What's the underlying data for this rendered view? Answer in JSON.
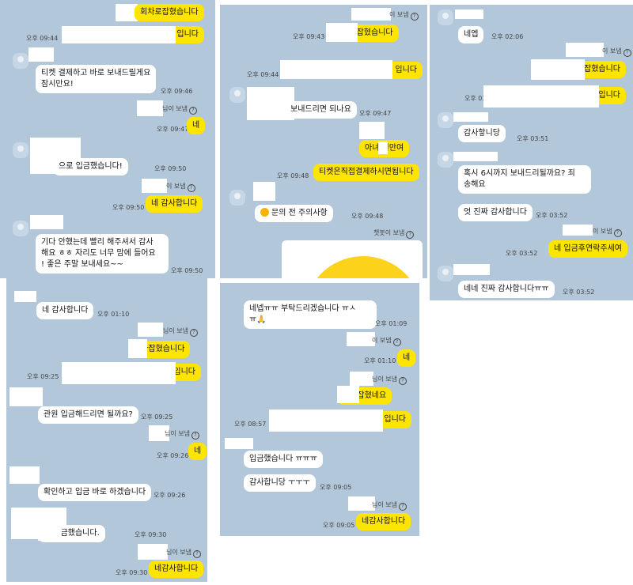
{
  "panels": [
    {
      "id": "p1",
      "messages": [
        {
          "kind": "yellow",
          "text": "회차로잡혔습니다"
        },
        {
          "kind": "time",
          "text": "오후 09:44"
        },
        {
          "kind": "yellow",
          "text": "입니다"
        },
        {
          "kind": "white",
          "text": "티켓 결제하고 바로 보내드릴게요\n잠시만요!"
        },
        {
          "kind": "time",
          "text": "오후 09:46"
        },
        {
          "kind": "sender",
          "text": "님이 보냄"
        },
        {
          "kind": "time",
          "text": "오후 09:47"
        },
        {
          "kind": "yellow",
          "text": "네"
        },
        {
          "kind": "white",
          "text": "으로 입금했습니다!"
        },
        {
          "kind": "time",
          "text": "오후 09:50"
        },
        {
          "kind": "sender",
          "text": "이 보냄"
        },
        {
          "kind": "time",
          "text": "오후 09:50"
        },
        {
          "kind": "yellow",
          "text": "네 감사합니다"
        },
        {
          "kind": "white",
          "text": "기다 안했는데 빨리 해주셔서 감사\n해요 ㅎㅎ 자리도 너무 맘에 들어요\n! 좋은 주말 보내세요~~"
        },
        {
          "kind": "time",
          "text": "오후 09:50"
        }
      ]
    },
    {
      "id": "p2",
      "messages": [
        {
          "kind": "sender",
          "text": "이 보냄"
        },
        {
          "kind": "time",
          "text": "오후 09:43"
        },
        {
          "kind": "yellow",
          "text": "석으로잡혔습니다"
        },
        {
          "kind": "time",
          "text": "오후 09:44"
        },
        {
          "kind": "yellow",
          "text": "입니다"
        },
        {
          "kind": "white",
          "text": "보내드리면 되나요"
        },
        {
          "kind": "time",
          "text": "오후 09:47"
        },
        {
          "kind": "yellow",
          "text": "아녀 원만여"
        },
        {
          "kind": "time",
          "text": "오후 09:48"
        },
        {
          "kind": "yellow",
          "text": "티켓은직접결제하시면됩니다"
        },
        {
          "kind": "white",
          "text": "문의 전 주의사항"
        },
        {
          "kind": "time",
          "text": "오후 09:48"
        },
        {
          "kind": "sender",
          "text": "챗봇이 보냄"
        }
      ]
    },
    {
      "id": "p3",
      "messages": [
        {
          "kind": "time",
          "text": "오후 02:06"
        },
        {
          "kind": "white",
          "text": "네엡"
        },
        {
          "kind": "sender",
          "text": "이 보냄"
        },
        {
          "kind": "yellow",
          "text": "잡혔습니다"
        },
        {
          "kind": "time",
          "text": "오후 03:51"
        },
        {
          "kind": "yellow",
          "text": "입니다"
        },
        {
          "kind": "white",
          "text": "감사핳니당"
        },
        {
          "kind": "time",
          "text": "오후 03:51"
        },
        {
          "kind": "white",
          "text": "혹시 6시까지 보내드리될까요? 죄\n송해요"
        },
        {
          "kind": "white",
          "text": "엇 진짜 감사합니다"
        },
        {
          "kind": "time",
          "text": "오후 03:52"
        },
        {
          "kind": "sender",
          "text": "이 보냄"
        },
        {
          "kind": "time",
          "text": "오후 03:52"
        },
        {
          "kind": "yellow",
          "text": "네 입금후연락주세여"
        },
        {
          "kind": "white",
          "text": "네네 진짜 감사합니다ㅠㅠ"
        },
        {
          "kind": "time",
          "text": "오후 03:52"
        }
      ]
    },
    {
      "id": "p4",
      "messages": [
        {
          "kind": "white",
          "text": "네 감사합니다"
        },
        {
          "kind": "time",
          "text": "오후 01:10"
        },
        {
          "kind": "sender",
          "text": "님이 보냄"
        },
        {
          "kind": "yellow",
          "text": "회차잡혔습니다"
        },
        {
          "kind": "time",
          "text": "오후 09:25"
        },
        {
          "kind": "yellow",
          "text": "입니다"
        },
        {
          "kind": "white",
          "text": "관원 입금해드리면 될까요?"
        },
        {
          "kind": "time",
          "text": "오후 09:25"
        },
        {
          "kind": "sender",
          "text": "님이 보냄"
        },
        {
          "kind": "time",
          "text": "오후 09:26"
        },
        {
          "kind": "yellow",
          "text": "네"
        },
        {
          "kind": "white",
          "text": "확인하고 입금 바로 하겠습니다"
        },
        {
          "kind": "time",
          "text": "오후 09:26"
        },
        {
          "kind": "white",
          "text": "로 입금했습니다."
        },
        {
          "kind": "time",
          "text": "오후 09:30"
        },
        {
          "kind": "sender",
          "text": "님이 보냄"
        },
        {
          "kind": "time",
          "text": "오후 09:30"
        },
        {
          "kind": "yellow",
          "text": "네감사합니다"
        }
      ]
    },
    {
      "id": "p5",
      "messages": [
        {
          "kind": "white",
          "text": "네넵ㅠㅠ 부탁드리겠습니다 ㅠㅅ\nㅠ🙏"
        },
        {
          "kind": "time",
          "text": "오후 01:09"
        },
        {
          "kind": "sender",
          "text": "이 보냄"
        },
        {
          "kind": "time",
          "text": "오후 01:10"
        },
        {
          "kind": "yellow",
          "text": "네"
        },
        {
          "kind": "sender",
          "text": "님이 보냄"
        },
        {
          "kind": "yellow",
          "text": "회차잡혔네요"
        },
        {
          "kind": "time",
          "text": "오후 08:57"
        },
        {
          "kind": "yellow",
          "text": "입니다"
        },
        {
          "kind": "white",
          "text": "입금했습니다 ㅠㅠㅠ"
        },
        {
          "kind": "white",
          "text": "감사합니당 ㅜㅜㅜ"
        },
        {
          "kind": "time",
          "text": "오후 09:05"
        },
        {
          "kind": "sender",
          "text": "님이 보냄"
        },
        {
          "kind": "time",
          "text": "오후 09:05"
        },
        {
          "kind": "yellow",
          "text": "네감사합니다"
        }
      ]
    }
  ]
}
